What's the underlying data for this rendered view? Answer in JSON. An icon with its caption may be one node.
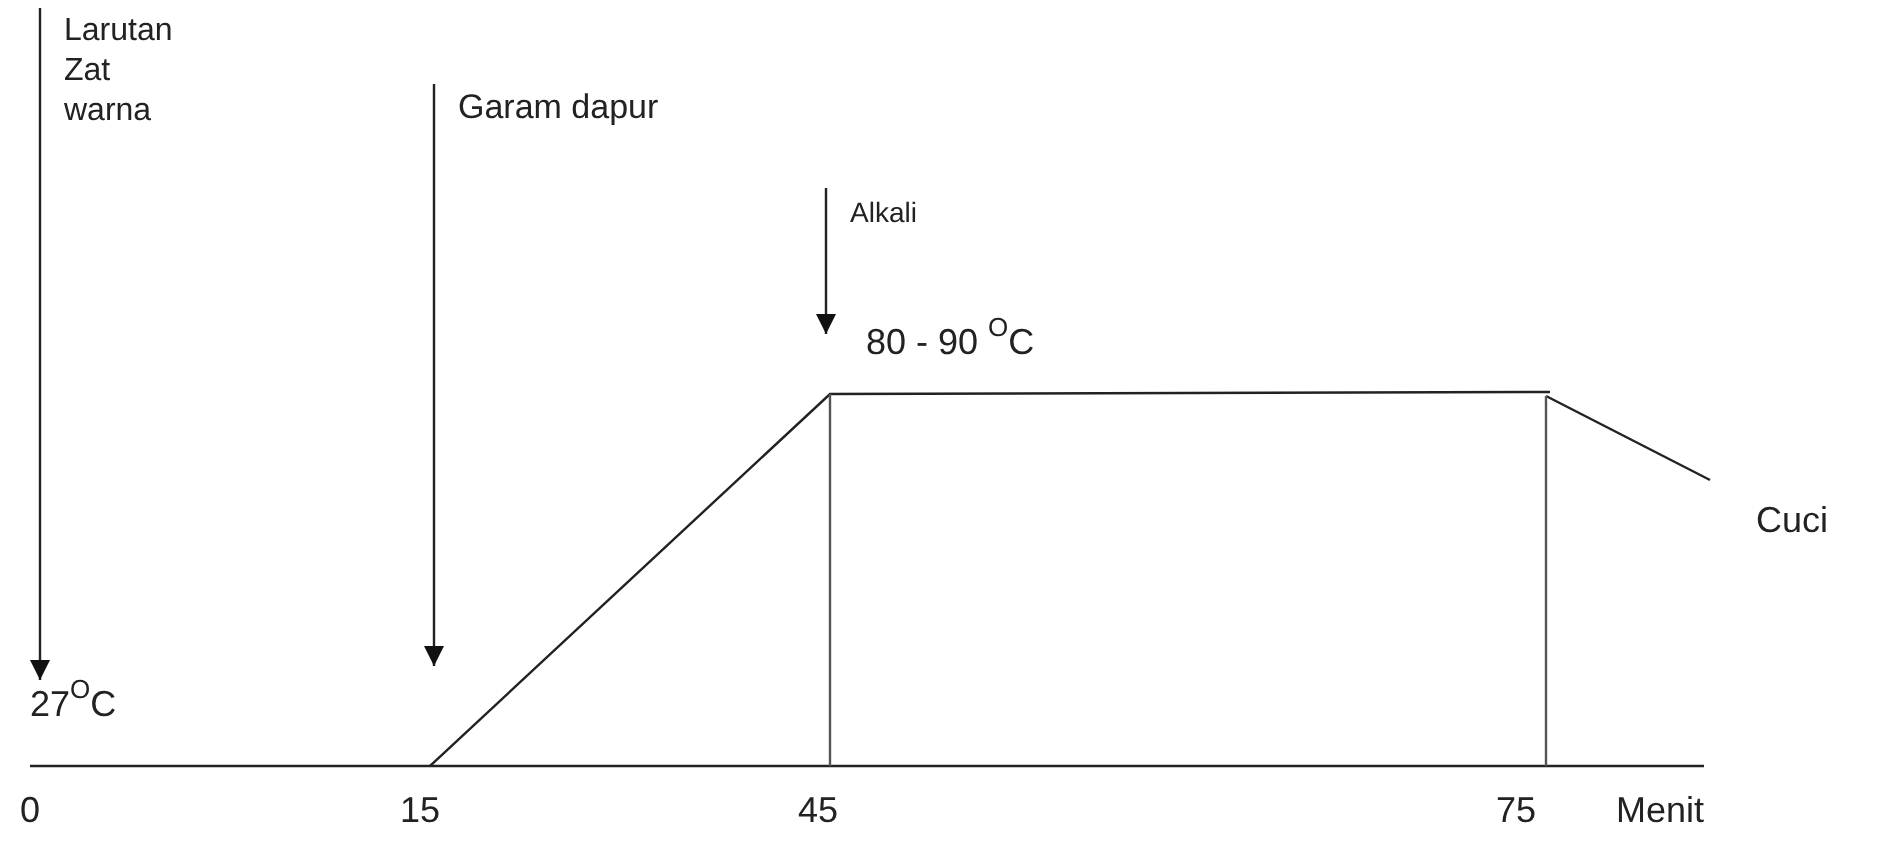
{
  "diagram": {
    "nodes": [
      {
        "text": [
          "Larutan Zat warna"
        ]
      },
      {
        "text": [
          "Garam dapur"
        ]
      },
      {
        "text": [
          "Alkali"
        ]
      },
      {
        "text": [
          "27$^{O}$C"
        ]
      }
    ],
    "edges": [
      {
        "from": 0,
        "to": 3,
        "arrow": "to"
      },
      {
        "from": 1,
        "to": null,
        "arrow": "to"
      },
      {
        "from": 2,
        "to": null,
        "arrow": "to"
      }
    ],
    "labels": [
      "80 - 90 $^{O}$C",
      "Cuci",
      "0",
      "15",
      "45",
      "75",
      "Menit"
    ]
  }
}
